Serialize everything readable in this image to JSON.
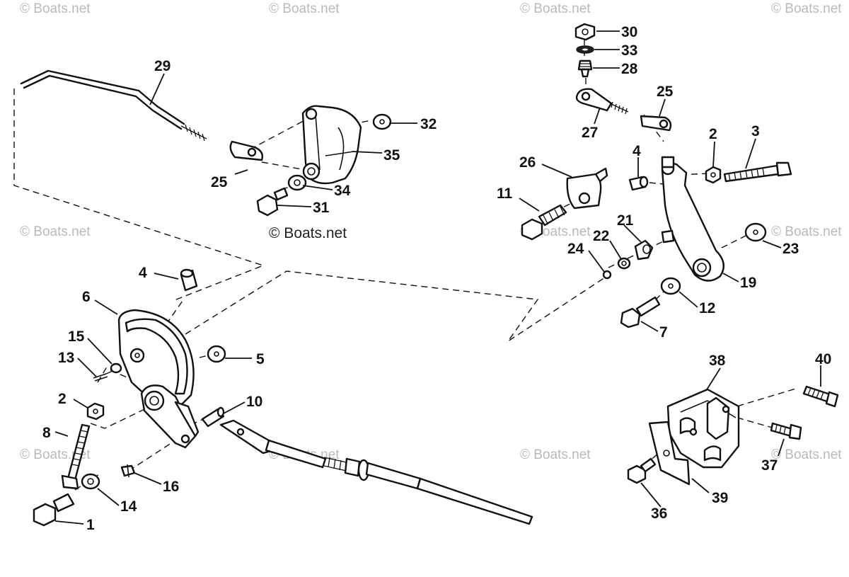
{
  "watermark": "© Boats.net",
  "credit": "© Boats.net",
  "callouts": [
    "30",
    "33",
    "28",
    "25",
    "27",
    "2",
    "3",
    "4",
    "26",
    "11",
    "21",
    "22",
    "24",
    "23",
    "19",
    "12",
    "7",
    "29",
    "32",
    "35",
    "25",
    "34",
    "31",
    "4",
    "6",
    "15",
    "13",
    "5",
    "2",
    "10",
    "8",
    "16",
    "14",
    "1",
    "38",
    "40",
    "37",
    "39",
    "36"
  ]
}
